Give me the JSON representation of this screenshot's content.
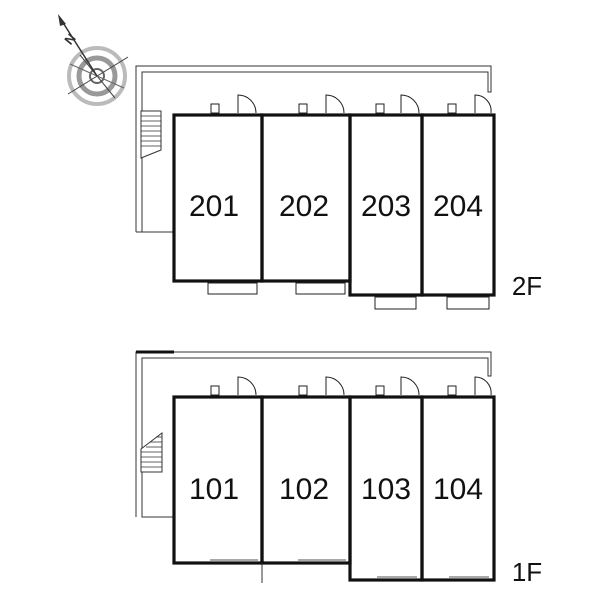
{
  "floors": [
    {
      "label": "2F",
      "units": [
        "201",
        "202",
        "203",
        "204"
      ]
    },
    {
      "label": "1F",
      "units": [
        "101",
        "102",
        "103",
        "104"
      ]
    }
  ],
  "compass": {
    "icon": "north-arrow-compass-icon",
    "north_letter": "N"
  }
}
